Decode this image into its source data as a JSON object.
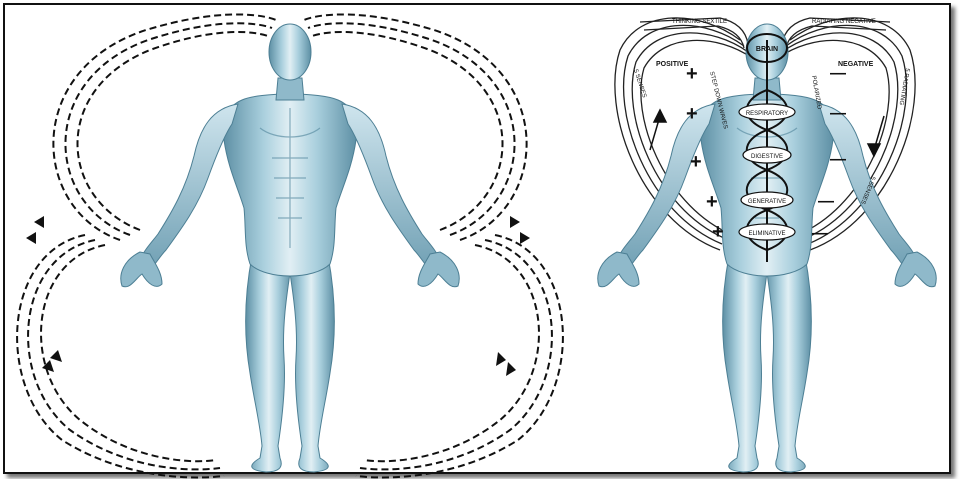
{
  "right_panel": {
    "labels": {
      "top_left": "THINKING SEXTILE",
      "top_right": "RADIATING NEGATIVE",
      "brain": "BRAIN",
      "positive": "POSITIVE",
      "negative": "NEGATIVE",
      "respiratory": "RESPIRATORY",
      "digestive": "DIGESTIVE",
      "generative": "GENERATIVE",
      "eliminative": "ELIMINATIVE",
      "left_arc": "5 SENSES",
      "left_inner_arc": "STEP DOWN WAVES",
      "right_arc": "5 RADIATING",
      "right_inner_arc": "POLARIZED",
      "right_lower_arc": "5 SENSES"
    },
    "plus_signs": [
      "+",
      "+",
      "+",
      "+",
      "+"
    ],
    "minus_signs": [
      "—",
      "—",
      "—",
      "—",
      "—"
    ]
  },
  "colors": {
    "skin_base": "#9cc3d3",
    "skin_shadow": "#5d8fa4",
    "skin_highlight": "#e1eff4",
    "line": "#111111"
  }
}
